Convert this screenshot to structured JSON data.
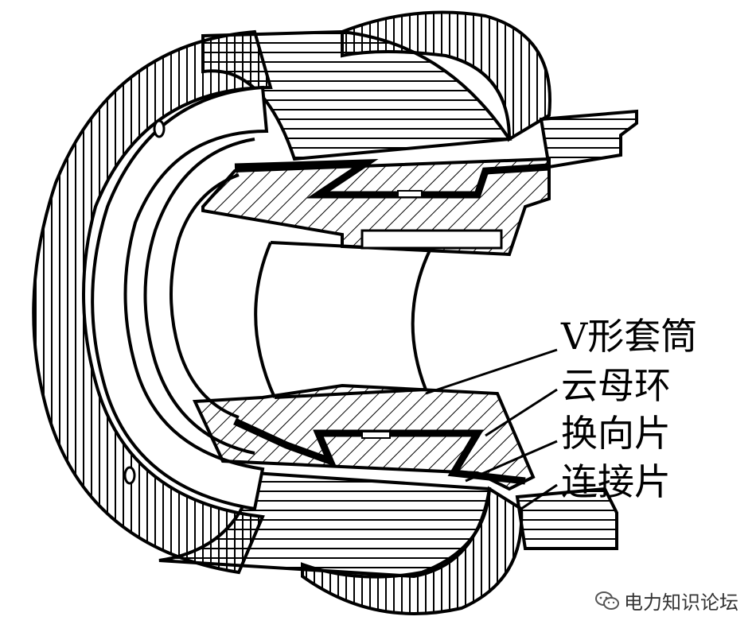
{
  "labels": {
    "v_sleeve": "V形套筒",
    "mica_ring": "云母环",
    "commutator_segment": "换向片",
    "connecting_piece": "连接片"
  },
  "watermark": {
    "text": "电力知识论坛",
    "icon": "wechat-icon"
  },
  "colors": {
    "ink": "#000000",
    "paper": "#ffffff"
  }
}
